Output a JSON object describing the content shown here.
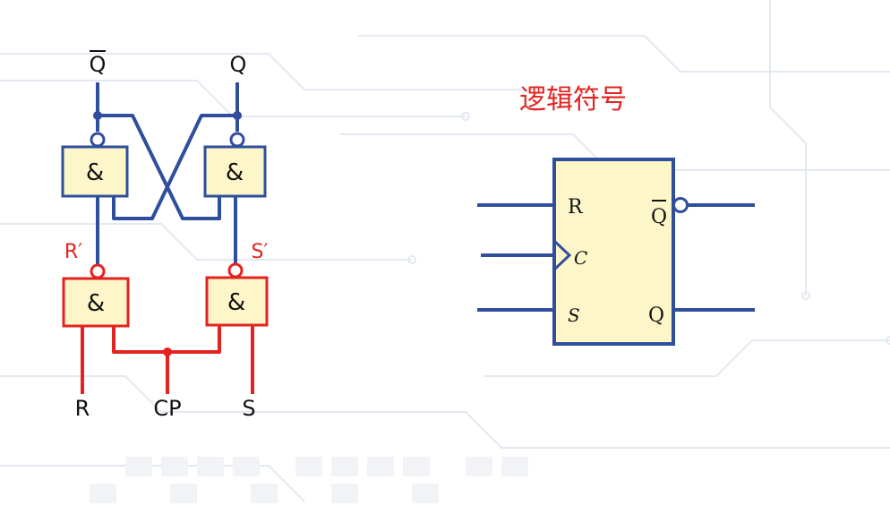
{
  "circuit": {
    "outputs": {
      "q_bar": "Q",
      "q": "Q"
    },
    "gates": {
      "and_symbol": "&"
    },
    "intermediate": {
      "r_prime": "R′",
      "s_prime": "S′"
    },
    "inputs": {
      "r": "R",
      "cp": "CP",
      "s": "S"
    }
  },
  "logic_symbol": {
    "title": "逻辑符号",
    "inputs": {
      "r": "R",
      "c": "C",
      "s": "S"
    },
    "outputs": {
      "q_bar": "Q",
      "q": "Q"
    }
  },
  "colors": {
    "wire_blue": "#2f4f9c",
    "wire_red": "#e3231f",
    "gate_fill": "#fdf6c9",
    "background_circuit_lines": "#dbe3ee"
  }
}
